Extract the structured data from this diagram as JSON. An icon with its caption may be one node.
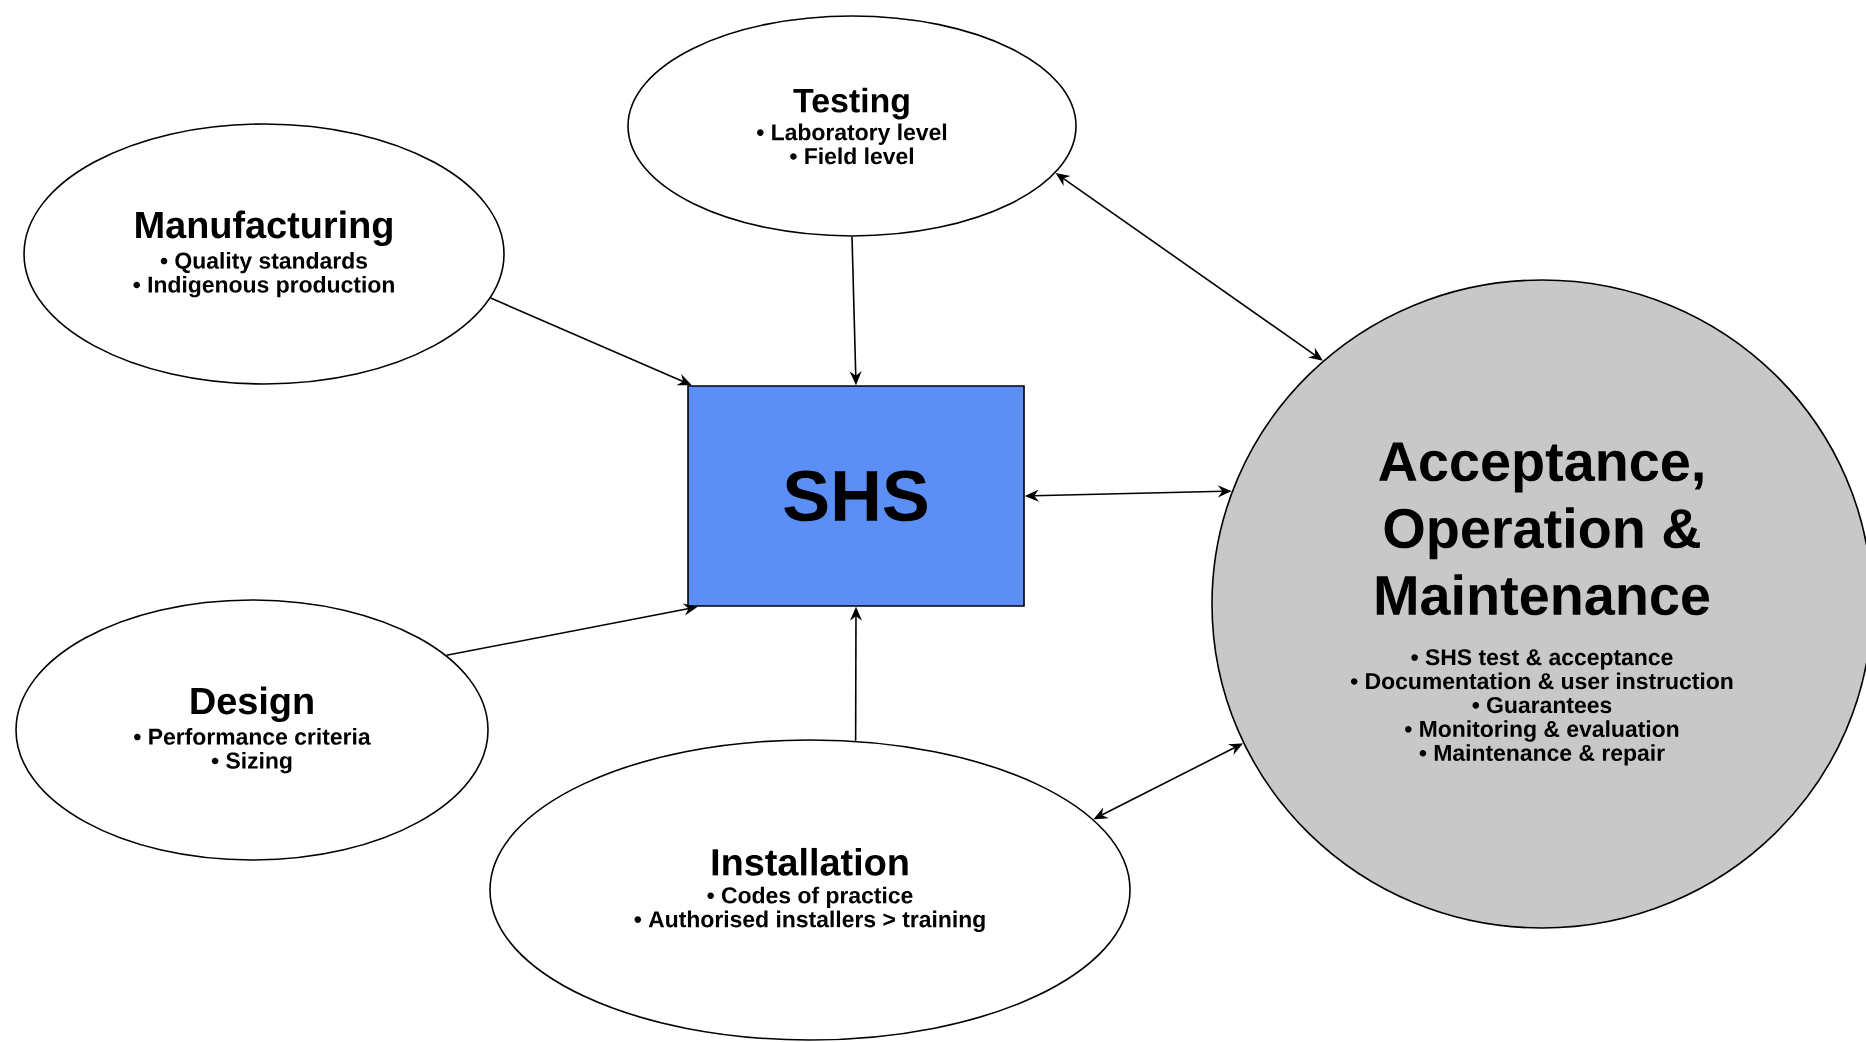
{
  "diagram": {
    "nodes": [
      {
        "text": [
          "Testing",
          "• Laboratory level",
          "• Field level"
        ]
      },
      {
        "text": [
          "Manufacturing",
          "• Quality standards",
          "• Indigenous production"
        ]
      },
      {
        "text": [
          "SHS"
        ]
      },
      {
        "text": [
          "Acceptance, Operation & Maintenance",
          "• SHS test & acceptance",
          "• Documentation & user instruction",
          "• Guarantees",
          "• Monitoring & evaluation",
          "• Maintenance & repair"
        ]
      },
      {
        "text": [
          "Design",
          "• Performance criteria",
          "• Sizing"
        ]
      },
      {
        "text": [
          "Installation",
          "• Codes of practice",
          "• Authorised installers > training"
        ]
      }
    ],
    "edges": [
      {
        "from": 1,
        "to": 2,
        "arrow": "to"
      },
      {
        "from": 0,
        "to": 2,
        "arrow": "to"
      },
      {
        "from": 4,
        "to": 2,
        "arrow": "to"
      },
      {
        "from": 5,
        "to": 2,
        "arrow": "to"
      },
      {
        "from": 2,
        "to": 3,
        "arrow": "both"
      },
      {
        "from": 0,
        "to": 3,
        "arrow": "both"
      },
      {
        "from": 5,
        "to": 3,
        "arrow": "both"
      }
    ]
  }
}
